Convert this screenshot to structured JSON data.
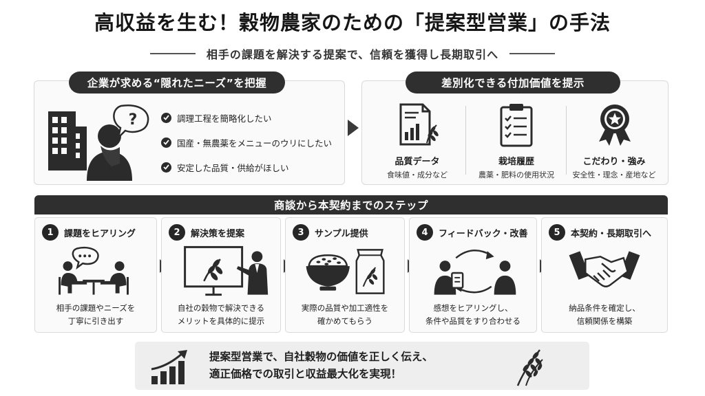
{
  "header": {
    "title": "高収益を生む！穀物農家のための「提案型営業」の手法",
    "subtitle": "相手の課題を解決する提案で、信頼を獲得し長期取引へ"
  },
  "needs": {
    "label": "企業が求める“隠れたニーズ”を把握",
    "items": [
      "調理工程を簡略化したい",
      "国産・無農薬をメニューのウリにしたい",
      "安定した品質・供給がほしい"
    ]
  },
  "value": {
    "label": "差別化できる付加価値を提示",
    "cards": [
      {
        "title": "品質データ",
        "desc": "食味値・成分など",
        "icon": "document-chart-icon"
      },
      {
        "title": "栽培履歴",
        "desc": "農薬・肥料の使用状況",
        "icon": "clipboard-checklist-icon"
      },
      {
        "title": "こだわり・強み",
        "desc": "安全性・理念・産地など",
        "icon": "award-ribbon-icon"
      }
    ]
  },
  "steps": {
    "label": "商談から本契約までのステップ",
    "items": [
      {
        "num": "1",
        "label": "課題をヒアリング",
        "desc1": "相手の課題やニーズを",
        "desc2": "丁寧に引き出す"
      },
      {
        "num": "2",
        "label": "解決策を提案",
        "desc1": "自社の穀物で解決できる",
        "desc2": "メリットを具体的に提示"
      },
      {
        "num": "3",
        "label": "サンプル提供",
        "desc1": "実際の品質や加工適性を",
        "desc2": "確かめてもらう"
      },
      {
        "num": "4",
        "label": "フィードバック・改善",
        "desc1": "感想をヒアリングし、",
        "desc2": "条件や品質をすり合わせる"
      },
      {
        "num": "5",
        "label": "本契約・長期取引へ",
        "desc1": "納品条件を確定し、",
        "desc2": "信頼関係を構築"
      }
    ]
  },
  "footer": {
    "line1": "提案型営業で、自社穀物の価値を正しく伝え、",
    "line2": "適正価格での取引と収益最大化を実現！"
  },
  "colors": {
    "dark": "#2f2f2f",
    "panel": "#fafafa",
    "border": "#d9d9d9",
    "footer_bg": "#eeeeee"
  }
}
